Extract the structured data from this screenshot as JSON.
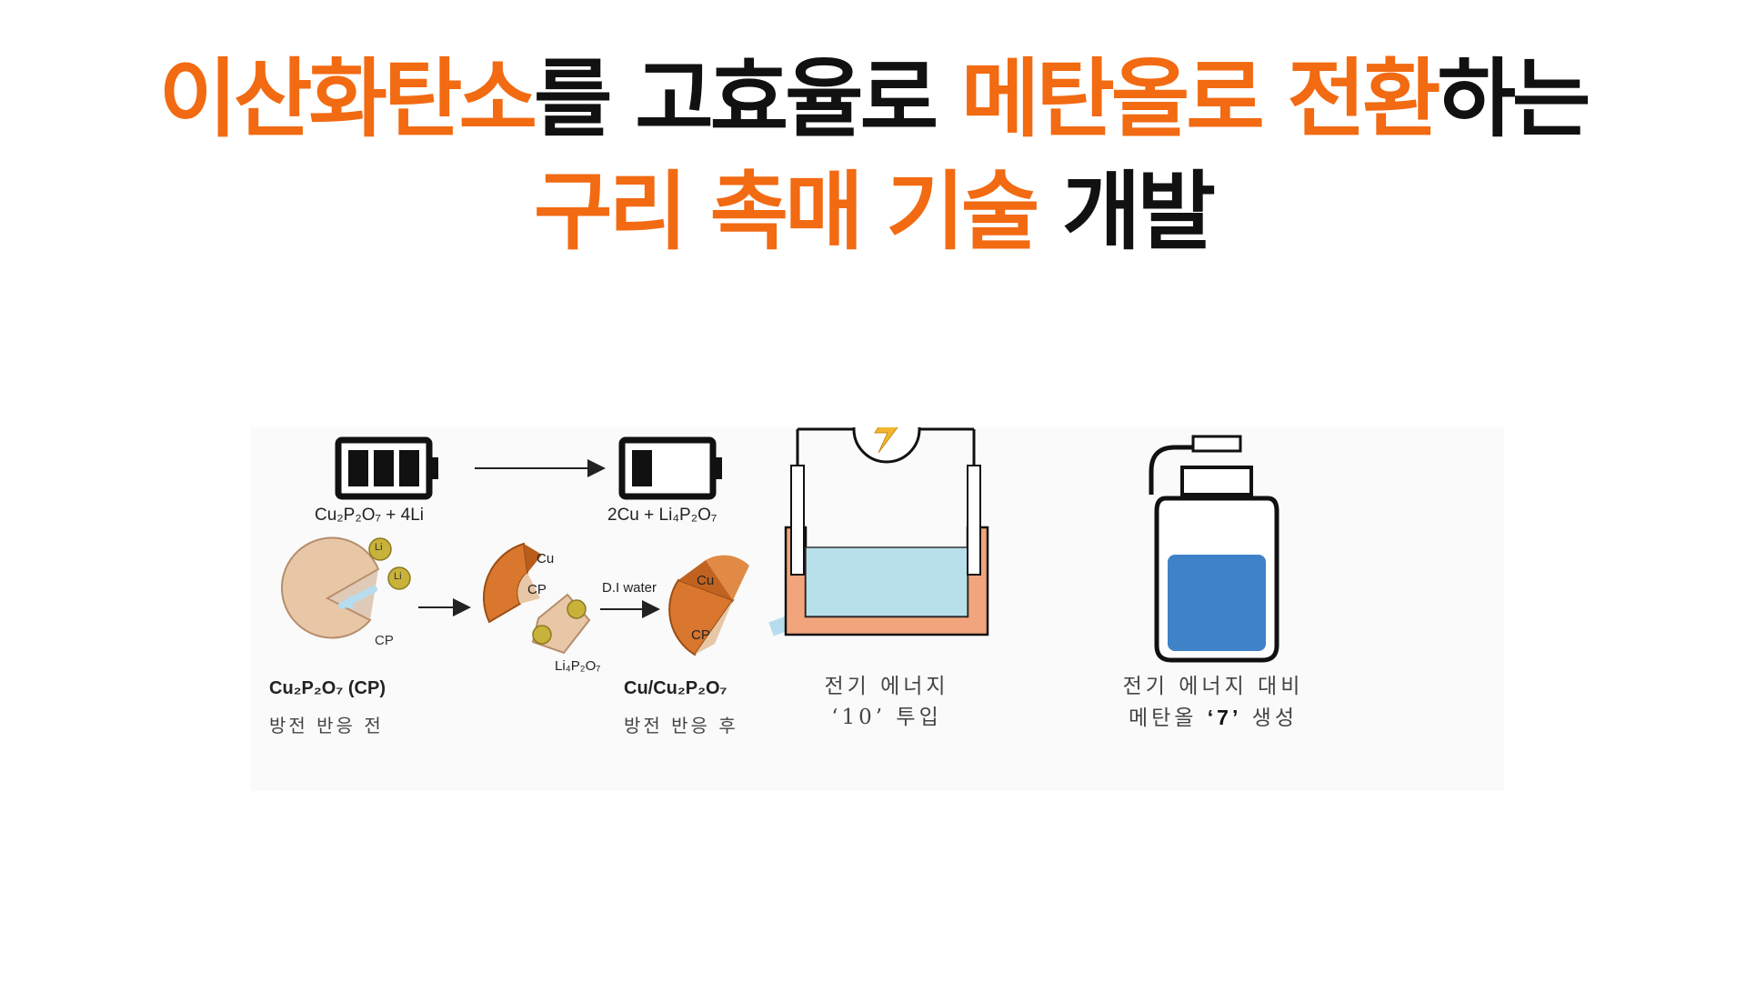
{
  "headline": {
    "line1": [
      {
        "text": "이산화탄소",
        "highlight": true
      },
      {
        "text": "를 고효율로 ",
        "highlight": false
      },
      {
        "text": "메탄올로 전환",
        "highlight": true
      },
      {
        "text": "하는",
        "highlight": false
      }
    ],
    "line2": [
      {
        "text": "구리 촉매 기술",
        "highlight": true
      },
      {
        "text": " 개발",
        "highlight": false
      }
    ],
    "highlight_color": "#f26a12",
    "text_color": "#111111"
  },
  "figure": {
    "battery_before_formula": "Cu₂P₂O₇ + 4Li",
    "battery_after_formula": "2Cu + Li₄P₂O₇",
    "particle_core_label": "CP",
    "particle_shell_label": "Cu",
    "lithium_label": "Li",
    "step1_title": "Cu₂P₂O₇ (CP)",
    "step1_caption": "방전 반응 전",
    "intermediate_label": "Li₄P₂O₇",
    "wash_label": "D.I water",
    "step3_title": "Cu/Cu₂P₂O₇",
    "step3_caption": "방전 반응 후",
    "cell_caption_line1": "전기 에너지",
    "cell_caption_line2": "‘10’ 투입",
    "bottle_caption_line1": "전기 에너지 대비",
    "bottle_caption_line2_pre": "메탄올 ",
    "bottle_caption_value": "‘7’",
    "bottle_caption_line2_post": " 생성",
    "colors": {
      "copper": "#d9772e",
      "core": "#e8c7a6",
      "lithium": "#c9b23a",
      "arrow_light": "#b7dcee",
      "water": "#b8e0ea",
      "container": "#f2a57c",
      "methanol": "#3f82c8",
      "bolt": "#f2b632"
    }
  }
}
